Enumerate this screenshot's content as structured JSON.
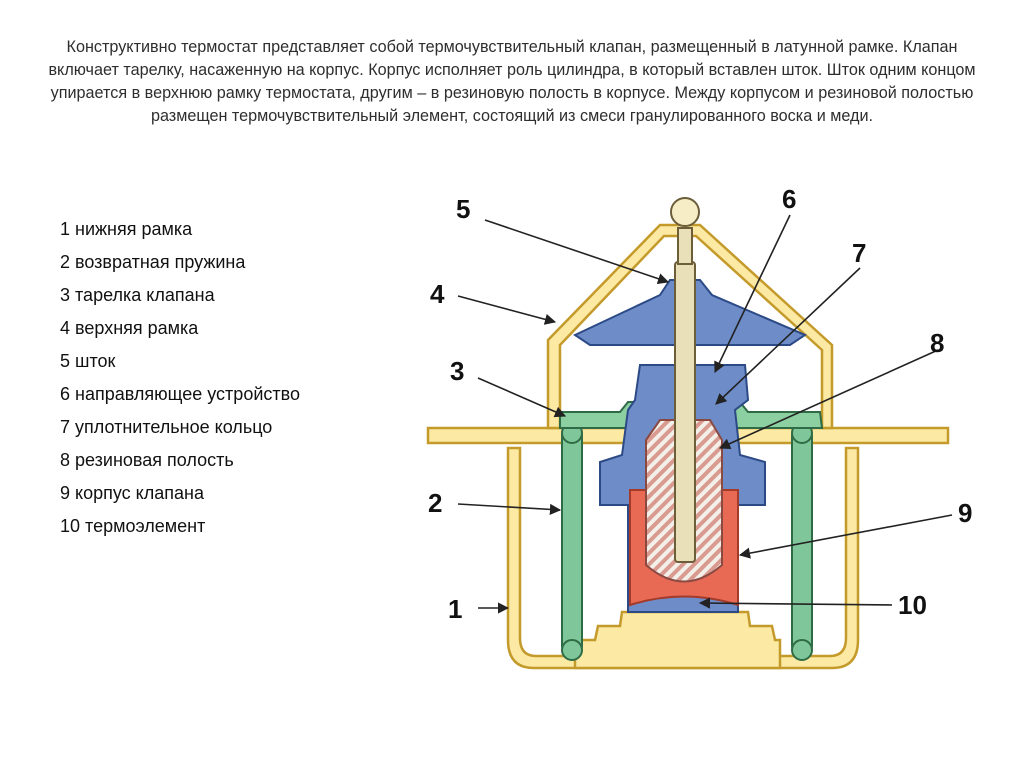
{
  "description": "Конструктивно термостат представляет собой термочувствительный клапан, размещенный в латунной рамке. Клапан включает тарелку, насаженную на корпус. Корпус исполняет роль цилиндра, в который вставлен шток. Шток одним концом упирается в верхнюю рамку термостата, другим – в резиновую полость в корпусе. Между корпусом и резиновой полостью размещен термочувствительный элемент, состоящий из смеси гранулированного воска и меди.",
  "legend": [
    "1 нижняя рамка",
    "2 возвратная пружина",
    "3 тарелка клапана",
    "4 верхняя рамка",
    "5 шток",
    "6 направляющее устройство",
    "7 уплотнительное кольцо",
    "8 резиновая полость",
    "9 корпус клапана",
    "10 термоэлемент"
  ],
  "callouts": {
    "c1": "1",
    "c2": "2",
    "c3": "3",
    "c4": "4",
    "c5": "5",
    "c6": "6",
    "c7": "7",
    "c8": "8",
    "c9": "9",
    "c10": "10"
  },
  "colors": {
    "frame_fill": "#fbe9a4",
    "frame_stroke": "#c49a2b",
    "spring": "#5da878",
    "valve_blue": "#6d8cc8",
    "thermoelement": "#e86a55",
    "rod": "#e9dfb8",
    "hatch": "#d99a90"
  }
}
